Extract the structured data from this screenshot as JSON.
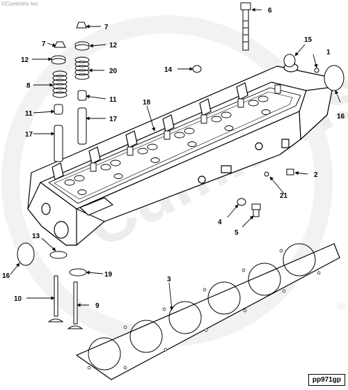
{
  "copyright": "©Cummins Inc",
  "watermark": "Cummins",
  "doc_id": "pp971gp",
  "registered_mark": "®",
  "callouts": {
    "c1": "1",
    "c2": "2",
    "c3": "3",
    "c4": "4",
    "c5": "5",
    "c6": "6",
    "c7a": "7",
    "c7b": "7",
    "c8": "8",
    "c9": "9",
    "c10": "10",
    "c11a": "11",
    "c11b": "11",
    "c12a": "12",
    "c12b": "12",
    "c13": "13",
    "c14": "14",
    "c15": "15",
    "c16a": "16",
    "c16b": "16",
    "c17a": "17",
    "c17b": "17",
    "c18": "18",
    "c19": "19",
    "c20": "20",
    "c21": "21"
  },
  "colors": {
    "line": "#000000",
    "watermark": "#ececec",
    "background": "#ffffff"
  }
}
